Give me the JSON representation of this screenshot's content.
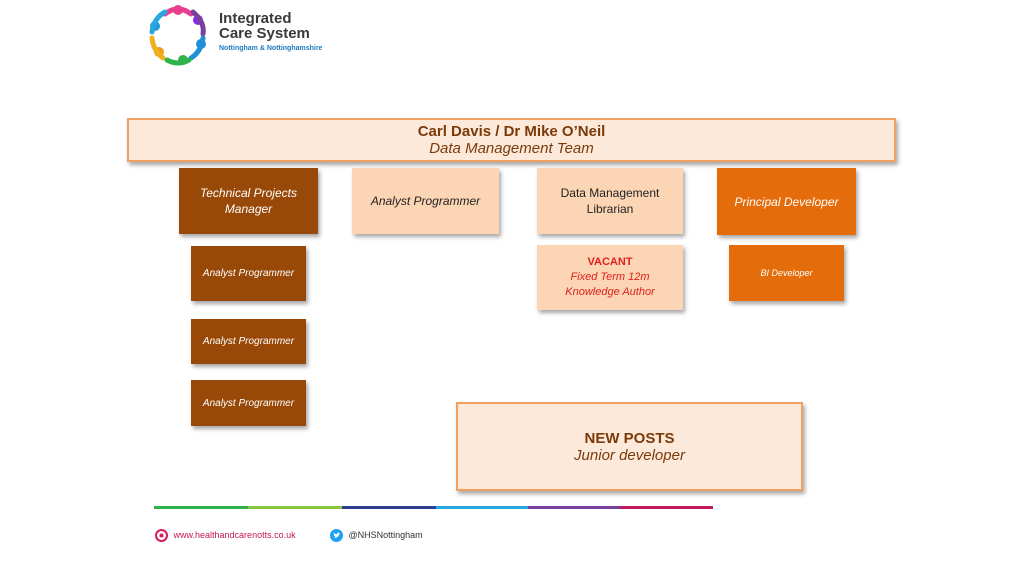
{
  "logo": {
    "line1": "Integrated",
    "line2": "Care System",
    "line3": "Nottingham & Nottinghamshire"
  },
  "head": {
    "name": "Carl Davis / Dr Mike O’Neil",
    "team": "Data Management Team"
  },
  "roles": {
    "tpm": "Technical Projects Manager",
    "analyst_programmer": "Analyst Programmer",
    "dm_librarian": "Data Management Librarian",
    "principal_developer": "Principal Developer",
    "ap1": "Analyst Programmer",
    "ap2": "Analyst Programmer",
    "ap3": "Analyst Programmer",
    "vacant_title": "VACANT",
    "vacant_term": "Fixed Term 12m",
    "vacant_role": "Knowledge Author",
    "bi_developer": "BI Developer"
  },
  "new_posts": {
    "heading": "NEW POSTS",
    "role": "Junior developer"
  },
  "footer": {
    "website": "www.healthandcarenotts.co.uk",
    "twitter": "@NHSNottingham"
  },
  "colors": {
    "dark_brown": "#984807",
    "light_peach": "#fcd5b5",
    "orange": "#e46c0a",
    "vacant_red": "#e0201b"
  }
}
